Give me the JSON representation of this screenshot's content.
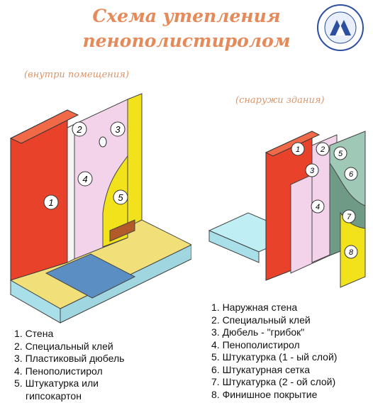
{
  "title": {
    "line1": "Схема утепления",
    "line2": "пенополистиролом"
  },
  "left_panel": {
    "caption": "(внутри помещения)",
    "markers": [
      "1",
      "2",
      "3",
      "4",
      "5"
    ],
    "legend": [
      "1. Стена",
      "2. Специальный клей",
      "3. Пластиковый дюбель",
      "4. Пенополистирол",
      "5. Штукатурка или",
      "гипсокартон"
    ]
  },
  "right_panel": {
    "caption": "(снаружи здания)",
    "markers": [
      "1",
      "2",
      "3",
      "4",
      "5",
      "6",
      "7",
      "8"
    ],
    "legend": [
      "1. Наружная стена",
      "2. Специальный клей",
      "3. Дюбель - \"грибок\"",
      "4. Пенополистирол",
      "5. Штукатурка (1 - ый слой)",
      "6. Штукатурная сетка",
      "7. Штукатурка (2 - ой слой)",
      "8. Финишное покрытие"
    ]
  },
  "colors": {
    "wall": "#e8422a",
    "foam": "#f3d3ea",
    "plaster": "#f2e21c",
    "floor": "#f1e07a",
    "floor_tile": "#5b8fc4",
    "base": "#bfeff5",
    "mesh": "#6f9a86",
    "title": "#e58a5a"
  }
}
